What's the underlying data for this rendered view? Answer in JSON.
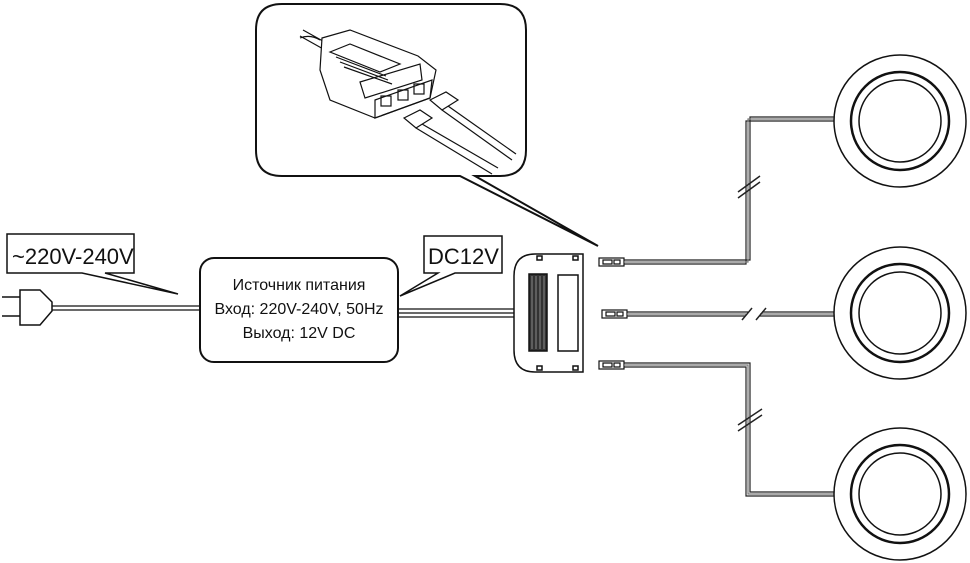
{
  "mains_label": "~220V-240V",
  "dc_label": "DC12V",
  "power_supply": {
    "title": "Источник питания",
    "input": "Вход: 220V-240V, 50Hz",
    "output": "Выход: 12V DC"
  },
  "components": {
    "plug": "power-plug",
    "distributor": "splitter-box",
    "lamps": [
      "lamp-1",
      "lamp-2",
      "lamp-3"
    ],
    "connectors": [
      "connector-1",
      "connector-2",
      "connector-3"
    ],
    "callout": "connector-detail"
  }
}
